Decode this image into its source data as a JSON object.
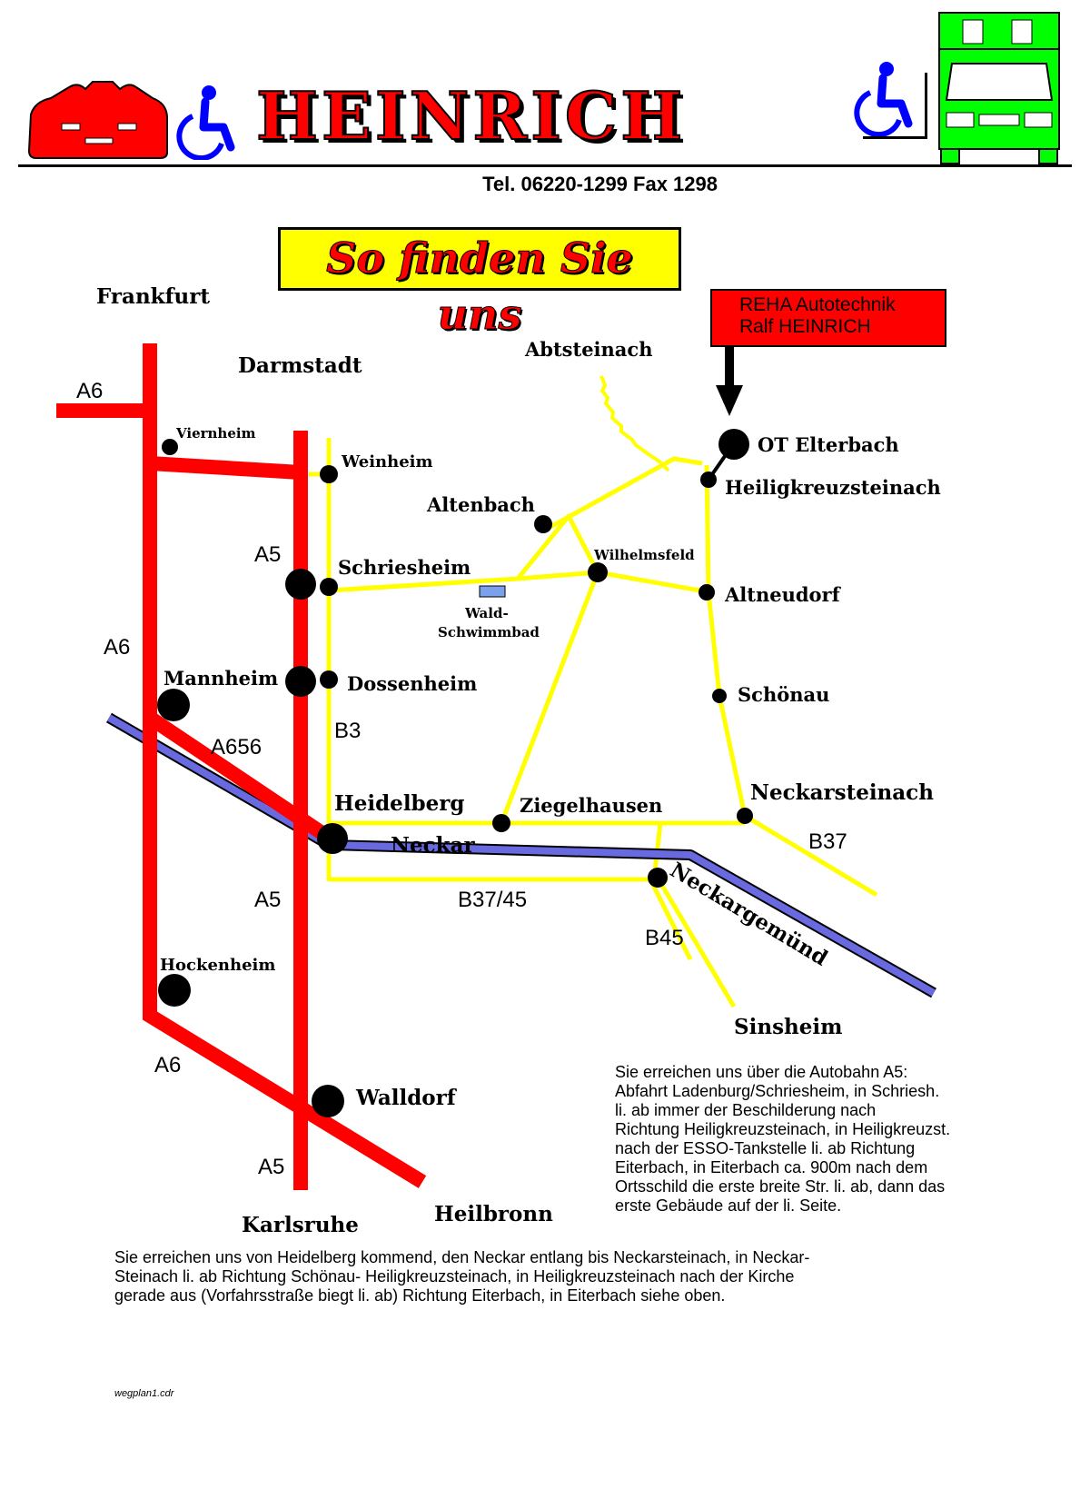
{
  "header": {
    "brand": "HEINRICH",
    "contact": "Tel. 06220-1299 Fax 1298",
    "slogan": "So finden Sie uns",
    "company_line1": "REHA Autotechnik",
    "company_line2": "Ralf HEINRICH"
  },
  "icons": [
    "red-car-icon",
    "wheelchair-icon",
    "green-van-icon"
  ],
  "colors": {
    "motorway": "#ff0000",
    "road": "#ffff00",
    "river": "#6a6ae0",
    "van": "#00ff00",
    "slogan_bg": "#ffff00"
  },
  "map": {
    "directions": {
      "frankfurt": "Frankfurt",
      "darmstadt": "Darmstadt",
      "abtsteinach": "Abtsteinach",
      "karlsruhe": "Karlsruhe",
      "heilbronn": "Heilbronn",
      "sinsheim": "Sinsheim"
    },
    "places": {
      "viernheim": "Viernheim",
      "weinheim": "Weinheim",
      "altenbach": "Altenbach",
      "schriesheim": "Schriesheim",
      "wilhelmsfeld": "Wilhelmsfeld",
      "altneudorf": "Altneudorf",
      "wald": "Wald-",
      "schwimmbad": "Schwimmbad",
      "ot_elterbach": "OT Elterbach",
      "heiligkreuzsteinach": "Heiligkreuzsteinach",
      "mannheim": "Mannheim",
      "dossenheim": "Dossenheim",
      "schoenau": "Schönau",
      "heidelberg": "Heidelberg",
      "ziegelhausen": "Ziegelhausen",
      "neckarsteinach": "Neckarsteinach",
      "neckar": "Neckar",
      "neckargemuend": "Neckargemünd",
      "hockenheim": "Hockenheim",
      "walldorf": "Walldorf"
    },
    "roads": {
      "a6_top": "A6",
      "a5_top": "A5",
      "a6_mid": "A6",
      "a656": "A656",
      "b3": "B3",
      "a5_mid": "A5",
      "b37_45": "B37/45",
      "b37": "B37",
      "b45": "B45",
      "a6_bottom": "A6",
      "a5_bottom": "A5"
    }
  },
  "directions_text": {
    "autobahn": [
      "Sie erreichen uns über die Autobahn A5:",
      "Abfahrt Ladenburg/Schriesheim, in Schriesh.",
      "li. ab immer der Beschilderung nach",
      "Richtung Heiligkreuzsteinach, in Heiligkreuzst.",
      "nach der ESSO-Tankstelle  li. ab Richtung",
      "Eiterbach, in Eiterbach ca. 900m nach dem",
      "Ortsschild die erste breite Str. li. ab, dann das",
      "erste Gebäude auf der li. Seite."
    ],
    "heidelberg": [
      "Sie erreichen uns von Heidelberg kommend, den Neckar entlang bis Neckarsteinach, in Neckar-",
      "Steinach li. ab Richtung Schönau- Heiligkreuzsteinach, in Heiligkreuzsteinach nach der Kirche",
      "gerade aus (Vorfahrsstraße biegt li. ab) Richtung Eiterbach, in Eiterbach siehe oben."
    ]
  },
  "footer": {
    "filename": "wegplan1.cdr"
  }
}
